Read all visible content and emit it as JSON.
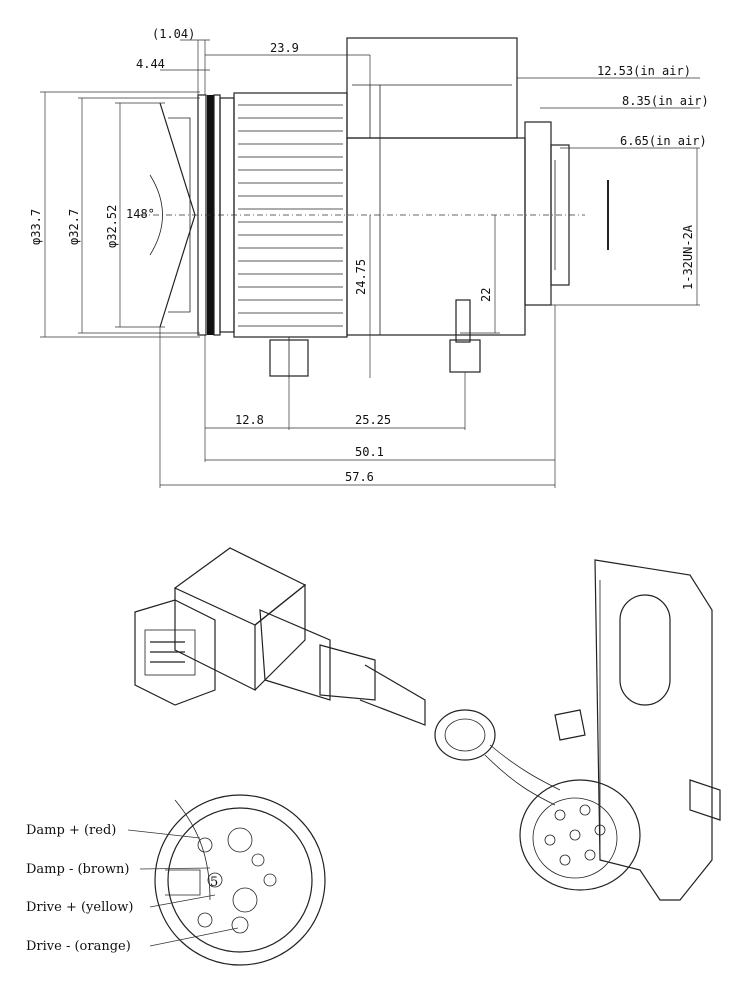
{
  "top_drawing": {
    "dim_1_04": "(1.04)",
    "dim_4_44": "4.44",
    "dim_23_9": "23.9",
    "dim_12_53": "12.53(in air)",
    "dim_8_35": "8.35(in air)",
    "dim_6_65": "6.65(in air)",
    "dim_thread": "1-32UN-2A",
    "dim_phi_33_7": "φ33.7",
    "dim_phi_32_7": "φ32.7",
    "dim_phi_32_52": "φ32.52",
    "dim_angle": "148°",
    "dim_24_75": "24.75",
    "dim_22": "22",
    "dim_12_8": "12.8",
    "dim_25_25": "25.25",
    "dim_50_1": "50.1",
    "dim_57_6": "57.6"
  },
  "bottom_drawing": {
    "pin_label_5": "5",
    "wires": [
      {
        "label": "Damp + (red)"
      },
      {
        "label": "Damp - (brown)"
      },
      {
        "label": "Drive + (yellow)"
      },
      {
        "label": "Drive - (orange)"
      }
    ]
  }
}
